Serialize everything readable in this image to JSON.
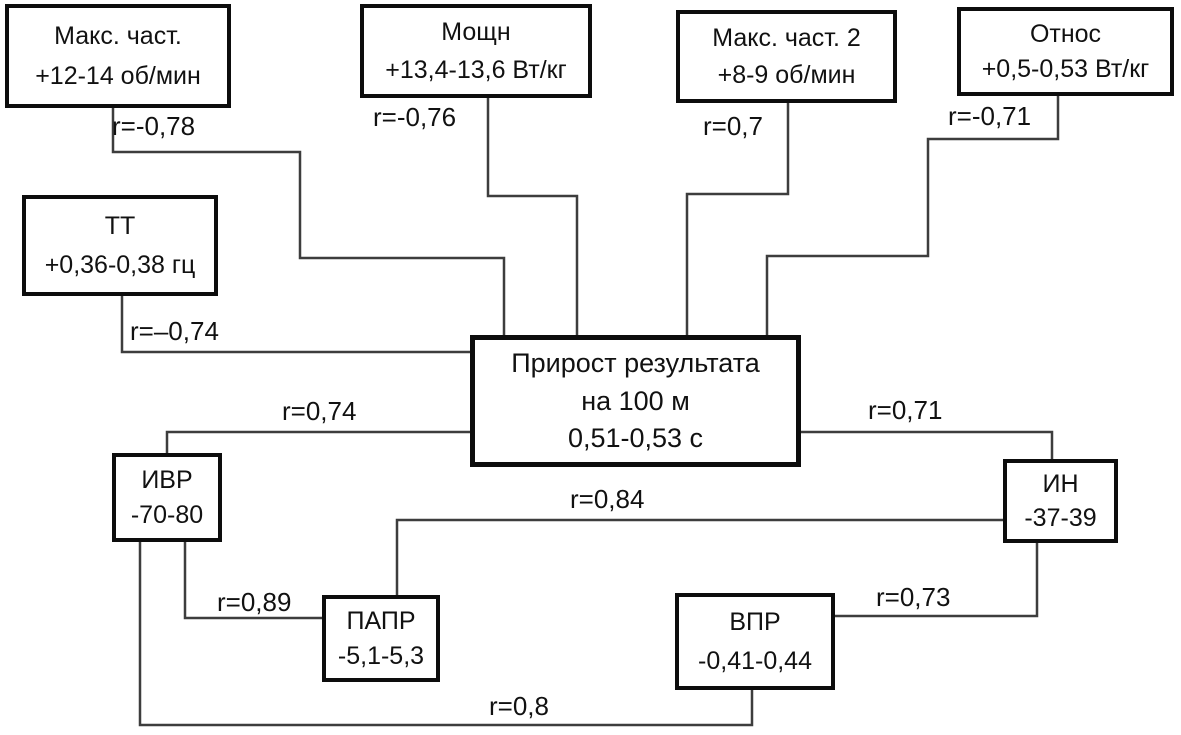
{
  "diagram": {
    "nodes": {
      "maks_chast": {
        "line1": "Макс. част.",
        "line2": "+12-14 об/мин"
      },
      "moshchn": {
        "line1": "Мощн",
        "line2": "+13,4-13,6 Вт/кг"
      },
      "maks_chast2": {
        "line1": "Макс. част. 2",
        "line2": "+8-9 об/мин"
      },
      "otnos": {
        "line1": "Относ",
        "line2": "+0,5-0,53 Вт/кг"
      },
      "tt": {
        "line1": "ТТ",
        "line2": "+0,36-0,38 гц"
      },
      "center": {
        "line1": "Прирост результата",
        "line2": "на 100 м",
        "line3": "0,51-0,53 с"
      },
      "ivr": {
        "line1": "ИВР",
        "line2": "-70-80"
      },
      "in": {
        "line1": "ИН",
        "line2": "-37-39"
      },
      "papr": {
        "line1": "ПАПР",
        "line2": "-5,1-5,3"
      },
      "vpr": {
        "line1": "ВПР",
        "line2": "-0,41-0,44"
      }
    },
    "edges": {
      "maks_chast_center": {
        "from": "maks_chast",
        "to": "center",
        "r": "r=-0,78"
      },
      "moshchn_center": {
        "from": "moshchn",
        "to": "center",
        "r": "r=-0,76"
      },
      "maks_chast2_center": {
        "from": "maks_chast2",
        "to": "center",
        "r": "r=0,7"
      },
      "otnos_center": {
        "from": "otnos",
        "to": "center",
        "r": "r=-0,71"
      },
      "tt_center": {
        "from": "tt",
        "to": "center",
        "r": "r=–0,74"
      },
      "ivr_center": {
        "from": "ivr",
        "to": "center",
        "r": "r=0,74"
      },
      "center_in": {
        "from": "center",
        "to": "in",
        "r": "r=0,71"
      },
      "papr_in": {
        "from": "papr",
        "to": "in",
        "r": "r=0,84"
      },
      "ivr_papr": {
        "from": "ivr",
        "to": "papr",
        "r": "r=0,89"
      },
      "in_vpr": {
        "from": "in",
        "to": "vpr",
        "r": "r=0,73"
      },
      "ivr_vpr": {
        "from": "ivr",
        "to": "vpr",
        "r": "r=0,8"
      }
    },
    "colors": {
      "line": "#3d3d3d",
      "border": "#0d0d0d",
      "text": "#111111",
      "background": "#ffffff"
    }
  }
}
